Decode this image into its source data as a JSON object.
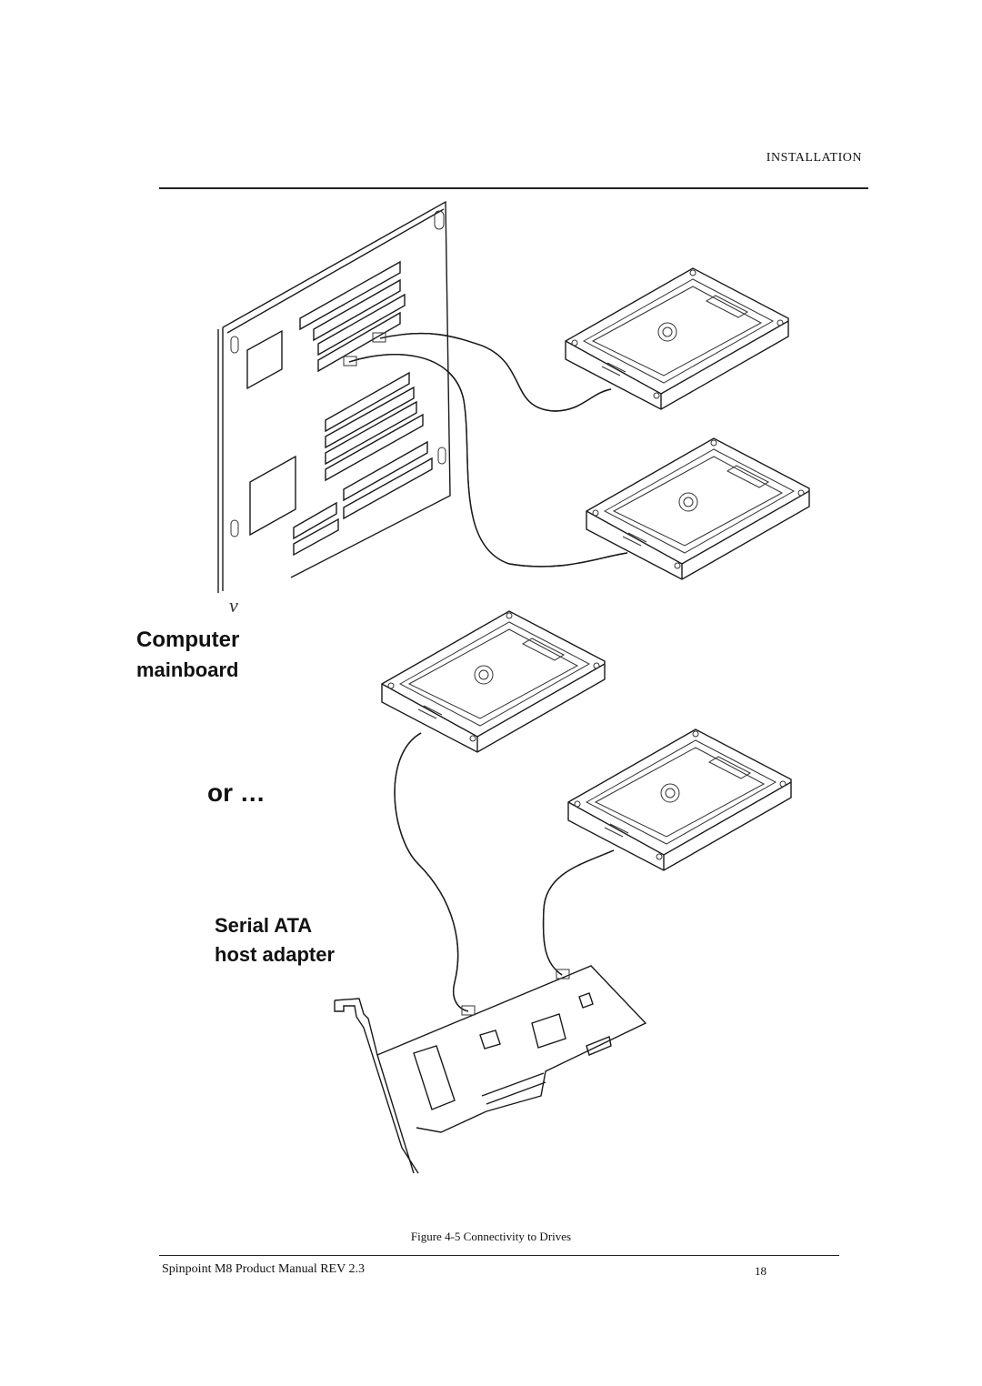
{
  "header": {
    "section_title": "INSTALLATION"
  },
  "figure": {
    "label_computer": "Computer",
    "label_mainboard": "mainboard",
    "label_or": "or …",
    "label_serial": "Serial ATA",
    "label_host": "host adapter",
    "caption": "Figure 4-5 Connectivity to Drives"
  },
  "footer": {
    "manual_title": "Spinpoint M8 Product Manual  REV  2.3",
    "page_number": "18"
  }
}
